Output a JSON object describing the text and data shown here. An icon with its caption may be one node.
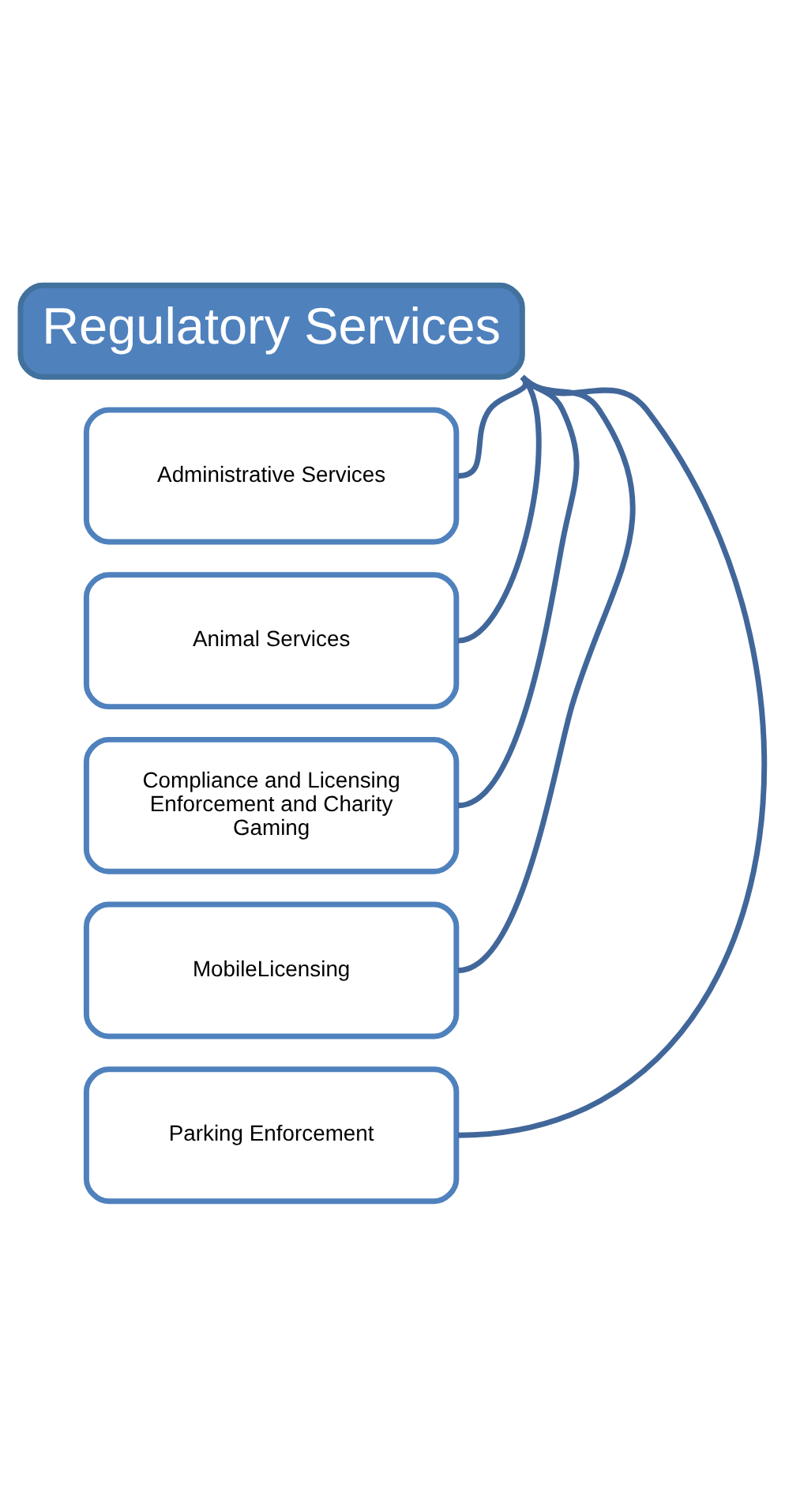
{
  "diagram": {
    "nodes": [
      {
        "text": [
          "Regulatory Services"
        ]
      },
      {
        "text": [
          "Administrative Services"
        ]
      },
      {
        "text": [
          "Animal Services"
        ]
      },
      {
        "text": [
          "Compliance and Licensing Enforcement and Charity Gaming"
        ]
      },
      {
        "text": [
          "MobileLicensing"
        ]
      },
      {
        "text": [
          "Parking Enforcement"
        ]
      }
    ],
    "edges": [
      {
        "from": 0,
        "to": 1,
        "arrow": "none"
      },
      {
        "from": 0,
        "to": 2,
        "arrow": "none"
      },
      {
        "from": 0,
        "to": 3,
        "arrow": "none"
      },
      {
        "from": 0,
        "to": 4,
        "arrow": "none"
      },
      {
        "from": 0,
        "to": 5,
        "arrow": "none"
      }
    ]
  }
}
